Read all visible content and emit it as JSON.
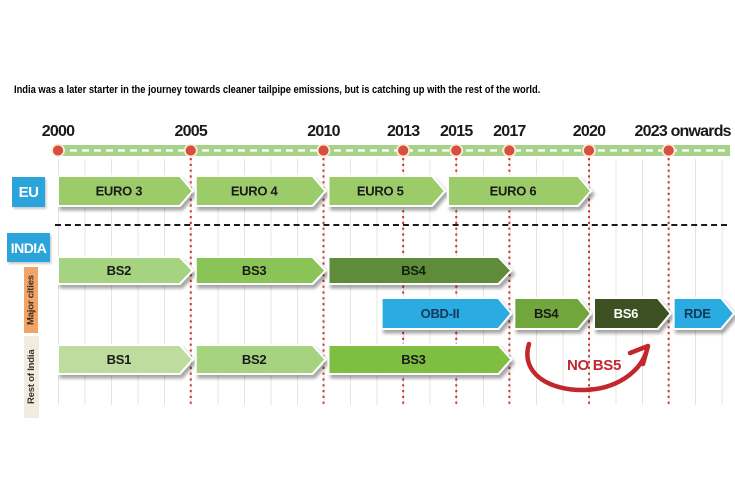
{
  "title": "India was a later starter in the journey towards cleaner tailpipe emissions, but is catching up with the rest of the world.",
  "row_labels": {
    "eu": "EU",
    "india": "INDIA",
    "major_cities": "Major cities",
    "rest_of_india": "Rest of India"
  },
  "style_colors": {
    "label_box_blue": "#2BA4DC",
    "major_cities_bg": "#F2A468",
    "rest_of_india_bg": "#F3ECDE",
    "timeline_bar": "#A8D189",
    "timeline_dot": "#D94F3D",
    "dot_ring": "#F8EDDA",
    "year_line_red": "#C9392E"
  },
  "chart_data": {
    "type": "timeline",
    "title": "India was a later starter in the journey towards cleaner tailpipe emissions, but is catching up with the rest of the world.",
    "x_axis": {
      "unit": "year",
      "range": [
        2000,
        2025.3
      ],
      "ticks": [
        {
          "label": "2000",
          "year": 2000
        },
        {
          "label": "2005",
          "year": 2005
        },
        {
          "label": "2010",
          "year": 2010
        },
        {
          "label": "2013",
          "year": 2013
        },
        {
          "label": "2015",
          "year": 2015
        },
        {
          "label": "2017",
          "year": 2017
        },
        {
          "label": "2020",
          "year": 2020
        },
        {
          "label": "2023 onwards",
          "year": 2023
        }
      ]
    },
    "tracks": [
      {
        "id": "eu",
        "region": "EU",
        "bars": [
          {
            "label": "EURO 3",
            "start": 2000,
            "end": 2005,
            "fill": "#9CCB6B",
            "text_color": "#1a1a1a"
          },
          {
            "label": "EURO 4",
            "start": 2005,
            "end": 2010,
            "fill": "#9CCB6B",
            "text_color": "#1a1a1a"
          },
          {
            "label": "EURO 5",
            "start": 2010,
            "end": 2014.5,
            "fill": "#9CCB6B",
            "text_color": "#1a1a1a"
          },
          {
            "label": "EURO 6",
            "start": 2014.5,
            "end": 2020,
            "fill": "#9CCB6B",
            "text_color": "#1a1a1a"
          }
        ]
      },
      {
        "id": "india_major_a",
        "region": "INDIA - Major cities",
        "bars": [
          {
            "label": "BS2",
            "start": 2000,
            "end": 2005,
            "fill": "#A5D37F",
            "text_color": "#1a1a1a"
          },
          {
            "label": "BS3",
            "start": 2005,
            "end": 2010,
            "fill": "#8BC457",
            "text_color": "#1a1a1a"
          },
          {
            "label": "BS4",
            "start": 2010,
            "end": 2017,
            "fill": "#5E8C3B",
            "text_color": "#10200a"
          }
        ]
      },
      {
        "id": "india_major_b",
        "region": "INDIA - Major cities",
        "bars": [
          {
            "label": "OBD-II",
            "start": 2012,
            "end": 2017,
            "fill": "#29ABE2",
            "text_color": "#123A57"
          },
          {
            "label": "BS4",
            "start": 2017,
            "end": 2020,
            "fill": "#71A63E",
            "text_color": "#1a1a1a"
          },
          {
            "label": "BS6",
            "start": 2020,
            "end": 2023,
            "fill": "#3D5122",
            "text_color": "#ffffff"
          },
          {
            "label": "RDE",
            "start": 2023,
            "end": null,
            "fill": "#29ABE2",
            "text_color": "#123A57"
          }
        ]
      },
      {
        "id": "india_rest",
        "region": "INDIA - Rest of India",
        "bars": [
          {
            "label": "BS1",
            "start": 2000,
            "end": 2005,
            "fill": "#BDDC9D",
            "text_color": "#1a1a1a"
          },
          {
            "label": "BS2",
            "start": 2005,
            "end": 2010,
            "fill": "#A5D37F",
            "text_color": "#1a1a1a"
          },
          {
            "label": "BS3",
            "start": 2010,
            "end": 2017,
            "fill": "#7EBE41",
            "text_color": "#1a1a1a"
          }
        ]
      }
    ],
    "annotation": {
      "text": "NO BS5",
      "color": "#C1272D",
      "applies_to": "Rest of India"
    }
  }
}
